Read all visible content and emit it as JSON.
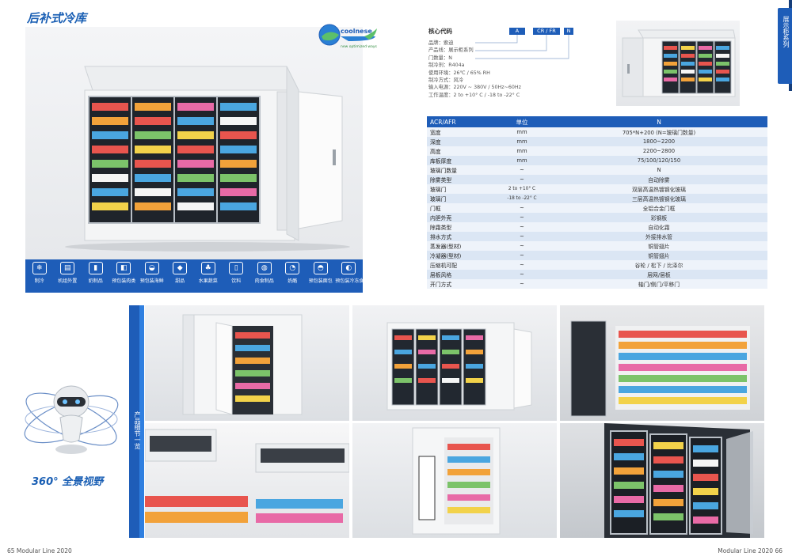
{
  "page": {
    "title": "后补式冷库",
    "panorama_caption": "360° 全景视野",
    "footer_left": "65 Modular Line 2020",
    "footer_right": "Modular Line 2020 66",
    "side_tab": "展示柜系列",
    "detail_strip": "产品细节一览"
  },
  "logo": {
    "name": "coolnese",
    "tagline": "new optimized ways"
  },
  "icons": [
    {
      "icon": "snowflake-icon",
      "label": "制冷"
    },
    {
      "icon": "external-unit-icon",
      "label": "机组外置"
    },
    {
      "icon": "milk-icon",
      "label": "奶制品"
    },
    {
      "icon": "packaged-meat-icon",
      "label": "预包装肉类"
    },
    {
      "icon": "fish-icon",
      "label": "预包装海鲜"
    },
    {
      "icon": "sweets-icon",
      "label": "甜品"
    },
    {
      "icon": "fruit-vegetable-icon",
      "label": "水果蔬菜"
    },
    {
      "icon": "drink-icon",
      "label": "饮料"
    },
    {
      "icon": "cooked-meat-icon",
      "label": "肉食制品"
    },
    {
      "icon": "cheese-icon",
      "label": "奶酪"
    },
    {
      "icon": "bread-icon",
      "label": "预包装面包"
    },
    {
      "icon": "ice-cream-icon",
      "label": "预包装冷冻食品"
    }
  ],
  "core_code": {
    "label": "核心代码",
    "boxes": [
      "A",
      "CR / FR",
      "N"
    ],
    "lines": [
      "品牌：索迪",
      "产品线：展示柜系列",
      "门数量：N",
      "制冷剂：R404a",
      "使用环境：26℃ / 65% RH",
      "制冷方式：风冷",
      "输入电源：220V ~ 380V / 50Hz~60Hz",
      "工作温度：2 to +10° C / -18 to -22° C"
    ]
  },
  "spec_table": {
    "headers": [
      "ACR/AFR",
      "单位",
      "N"
    ],
    "rows": [
      [
        "宽度",
        "mm",
        "705*N+200 (N=玻璃门数量)"
      ],
      [
        "深度",
        "mm",
        "1800~2200"
      ],
      [
        "高度",
        "mm",
        "2200~2800"
      ],
      [
        "库板厚度",
        "mm",
        "75/100/120/150"
      ],
      [
        "玻璃门数量",
        "~",
        "N"
      ],
      [
        "除雾类型",
        "~",
        "自动除雾"
      ],
      [
        "玻璃门",
        "2 to +10° C",
        "双层高温热镀钢化玻璃"
      ],
      [
        "玻璃门",
        "-18 to -22° C",
        "三层高温热镀钢化玻璃"
      ],
      [
        "门框",
        "~",
        "全铝合金门框"
      ],
      [
        "内胆外壳",
        "~",
        "彩钢板"
      ],
      [
        "除霜类型",
        "~",
        "自动化霜"
      ],
      [
        "排水方式",
        "~",
        "外接排水管"
      ],
      [
        "蒸发器(型材)",
        "~",
        "铜管翅片"
      ],
      [
        "冷凝器(型材)",
        "~",
        "铜管翅片"
      ],
      [
        "压缩机可配",
        "~",
        "谷轮 / 松下 / 比泽尔"
      ],
      [
        "层板风格",
        "~",
        "层网/层板"
      ],
      [
        "开门方式",
        "~",
        "轴门/侧门/平移门"
      ]
    ]
  },
  "colors": {
    "brand_blue": "#1e5db8",
    "row_light": "#eef3fa",
    "row_dark": "#dbe6f4"
  }
}
